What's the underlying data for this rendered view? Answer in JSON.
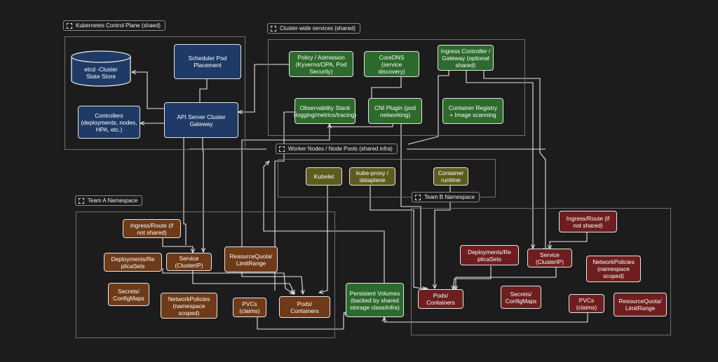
{
  "groups": {
    "control_plane": "Kubernetes Control Plane (shaed)",
    "cluster_services": "Cluster-wide services (shared)",
    "worker_nodes": "Worker Nodes / Node Pools (shared infra)",
    "team_a": "Team A Namespace",
    "team_b": "Team B Namespace"
  },
  "control_plane": {
    "etcd": "etcd -Cluster State Store",
    "scheduler": "Scheduler Pod Placement",
    "controllers": "Controllers (deployments, nodes, HPA, etc.)",
    "api_server": "API Server Cluster Gateway"
  },
  "cluster_services": {
    "policy": "Policy / Admission (Kyverno/OPA, Pod Security)",
    "coredns": "CoreDNS (service discovery)",
    "ingress": "Ingress Controller / Gateway (optional shared)",
    "observability": "Observability Stack (logging/metrics/tracing)",
    "cni": "CNI Plugin (pod networking)",
    "registry": "Container Registry + Image scanning"
  },
  "worker_nodes": {
    "kubelet": "Kubelet",
    "kube_proxy": "kube-proxy / dataplane",
    "runtime": "Container runtime"
  },
  "team_a": {
    "ingress": "Ingress/Route (if not shared)",
    "deployments": "Deployments/ReplicaSets",
    "service": "Service (ClusterIP)",
    "quota": "ResourceQuota/ LimitRange",
    "secrets": "Secrets/ ConfigMaps",
    "netpol": "NetworkPolicies (namespace scoped)",
    "pvcs": "PVCs (claims)",
    "pods": "Pods/ Containers"
  },
  "shared": {
    "pv": "Persistent Volumes (backed by shared storage class/infra)"
  },
  "team_b": {
    "ingress": "Ingress/Route (if not shared)",
    "deployments": "Deployments/ReplicaSets",
    "service": "Service (ClusterIP)",
    "netpol": "NetworkPolicies (namespace scoped)",
    "pods": "Pods/ Containers",
    "secrets": "Secrets/ ConfigMaps",
    "pvcs": "PVCs (claims)",
    "quota": "ResourceQuota/ LimitRange"
  },
  "colors": {
    "background": "#1c1c1c",
    "control_plane_node": "#1f3a66",
    "cluster_service_node": "#2c6b2c",
    "worker_node": "#5e5b1e",
    "team_a_node": "#6e3a18",
    "team_b_node": "#6e1e1e",
    "edge": "#e6e6e6"
  }
}
